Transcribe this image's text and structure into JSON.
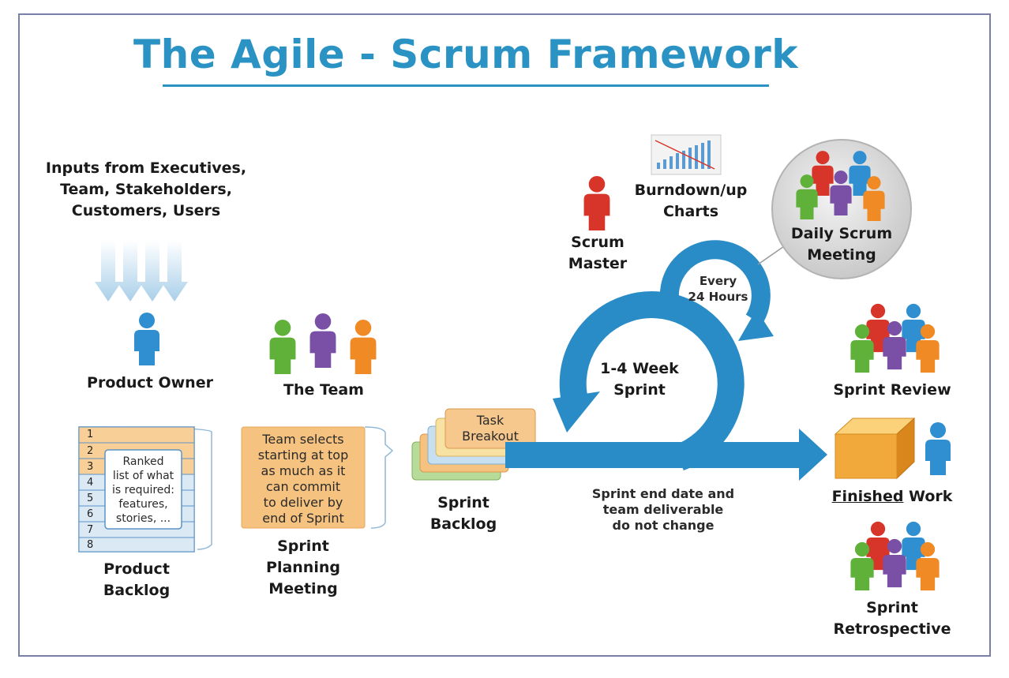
{
  "title": "The Agile - Scrum Framework",
  "inputs": {
    "line1": "Inputs from Executives,",
    "line2": "Team, Stakeholders,",
    "line3": "Customers, Users"
  },
  "product_owner": "Product Owner",
  "the_team": "The Team",
  "product_backlog": {
    "label_line1": "Product",
    "label_line2": "Backlog",
    "rows": [
      "1",
      "2",
      "3",
      "4",
      "5",
      "6",
      "7",
      "8"
    ],
    "note": [
      "Ranked",
      "list of what",
      "is required:",
      "features,",
      "stories, ..."
    ]
  },
  "sprint_planning": {
    "note": [
      "Team selects",
      "starting at top",
      "as much as it",
      "can commit",
      "to deliver by",
      "end of Sprint"
    ],
    "label": [
      "Sprint",
      "Planning",
      "Meeting"
    ]
  },
  "sprint_backlog": {
    "card": [
      "Task",
      "Breakout"
    ],
    "label": [
      "Sprint",
      "Backlog"
    ]
  },
  "scrum_master": [
    "Scrum",
    "Master"
  ],
  "burndown": [
    "Burndown/up",
    "Charts"
  ],
  "daily_scrum": [
    "Daily Scrum",
    "Meeting"
  ],
  "every_24": [
    "Every",
    "24 Hours"
  ],
  "sprint_cycle": [
    "1-4 Week",
    "Sprint"
  ],
  "sprint_end_note": [
    "Sprint end date and",
    "team deliverable",
    "do not change"
  ],
  "sprint_review": "Sprint Review",
  "finished_work": {
    "underlined": "Finished",
    "rest": " Work"
  },
  "sprint_retro": [
    "Sprint",
    "Retrospective"
  ],
  "colors": {
    "accent_blue": "#2b93c4",
    "arrow_blue": "#2a8cc7",
    "person_blue": "#2f8fd0",
    "person_red": "#d8352a",
    "person_green": "#5fb13a",
    "person_purple": "#7a4fa6",
    "person_orange": "#f08a24",
    "backlog_orange": "#f7c98a",
    "note_orange": "#f6c27f"
  }
}
